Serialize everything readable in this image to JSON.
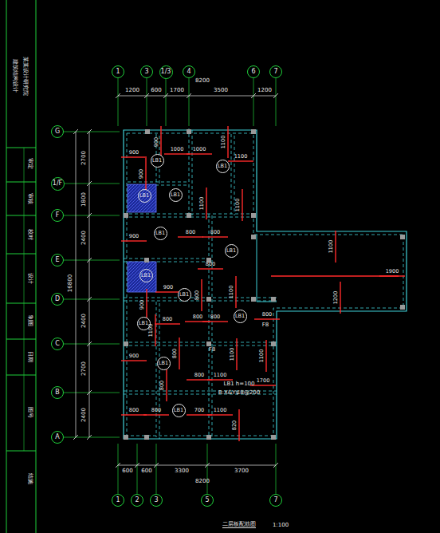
{
  "diagram": {
    "caption": "二层板配筋图",
    "nodes": [
      {
        "text": [
          "1"
        ]
      },
      {
        "text": [
          "3"
        ]
      },
      {
        "text": [
          "1/3"
        ]
      },
      {
        "text": [
          "4"
        ]
      },
      {
        "text": [
          "6"
        ]
      },
      {
        "text": [
          "7"
        ]
      },
      {
        "text": [
          "1"
        ]
      },
      {
        "text": [
          "2"
        ]
      },
      {
        "text": [
          "3"
        ]
      },
      {
        "text": [
          "5"
        ]
      },
      {
        "text": [
          "7"
        ]
      },
      {
        "text": [
          "G"
        ]
      },
      {
        "text": [
          "1/F"
        ]
      },
      {
        "text": [
          "F"
        ]
      },
      {
        "text": [
          "E"
        ]
      },
      {
        "text": [
          "D"
        ]
      },
      {
        "text": [
          "C"
        ]
      },
      {
        "text": [
          "B"
        ]
      },
      {
        "text": [
          "A"
        ]
      },
      {
        "text": [
          "LB1"
        ]
      },
      {
        "text": [
          "LB1"
        ]
      },
      {
        "text": [
          "LB1"
        ]
      },
      {
        "text": [
          "LB1"
        ]
      },
      {
        "text": [
          "LB1"
        ]
      },
      {
        "text": [
          "LB1"
        ]
      },
      {
        "text": [
          "LB1"
        ]
      },
      {
        "text": [
          "LB1"
        ]
      },
      {
        "text": [
          "LB1"
        ]
      },
      {
        "text": [
          "LB1"
        ]
      },
      {
        "text": [
          "LB1"
        ]
      },
      {
        "text": [
          "LB1"
        ]
      }
    ],
    "labels": [
      "1200",
      "600",
      "1700",
      "3500",
      "1200",
      "8200",
      "600",
      "600",
      "3300",
      "3700",
      "8200",
      "2700",
      "1800",
      "2400",
      "16800",
      "2400",
      "2700",
      "2400",
      "LB1 h=100",
      "B:X&Y⊈8@200",
      "F8",
      "F8",
      "1:100",
      "审定",
      "审核",
      "校对",
      "设计",
      "制图",
      "日期",
      "图号",
      "结施",
      "建筑结构设计",
      "某某设计研究院",
      "900",
      "900",
      "1000",
      "1000",
      "1100",
      "1100",
      "900",
      "1100",
      "1100",
      "900",
      "800",
      "800",
      "1100",
      "1900",
      "1200",
      "800",
      "900",
      "800",
      "1100",
      "900",
      "800",
      "800",
      "800",
      "800",
      "1100",
      "900",
      "800",
      "1100",
      "1100",
      "800",
      "1100",
      "1700",
      "800",
      "800",
      "800",
      "700",
      "1100",
      "820"
    ]
  }
}
